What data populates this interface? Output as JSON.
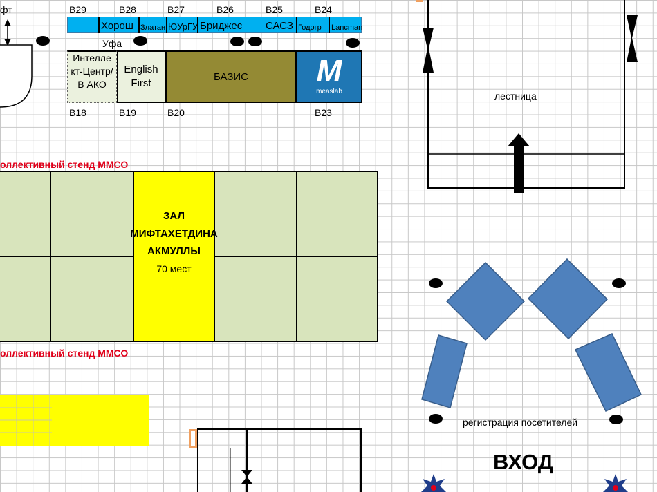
{
  "top_left": {
    "lift_label": "фт"
  },
  "row_top": {
    "labels": [
      "B29",
      "B28",
      "B27",
      "B26",
      "B25",
      "B24"
    ],
    "booths": [
      "Хорош",
      "Златан",
      "ЮУрГУ",
      "Бриджес",
      "САСЗ",
      "Годогр",
      "Lancman"
    ]
  },
  "ufa_label": "Уфа",
  "row_mid": {
    "intellect": "Интелле кт-Центр/В АКО",
    "english_first": "English First",
    "basis": "БАЗИС",
    "measlab_logo_letter": "M",
    "measlab_logo_text": "measlab"
  },
  "row_bottom_labels": [
    "B18",
    "B19",
    "B20",
    "B23"
  ],
  "stand_title_top": "оллективный стенд ММСО",
  "stand_title_bottom": "оллективный стенд ММСО",
  "hall": {
    "line1": "ЗАЛ",
    "line2": "МИФТАХЕТДИНА",
    "line3": "АКМУЛЛЫ",
    "capacity": "70 мест"
  },
  "stairs_label": "лестница",
  "registration_label": "регистрация посетителей",
  "entrance_label": "ВХОД",
  "colors": {
    "cyan": "#00b0f0",
    "olive": "#948a34",
    "green_cell": "#d8e4bc",
    "yellow": "#ffff00",
    "measlab_blue": "#1f77b4",
    "reg_blue": "#4f81bd",
    "light_cell": "#ebf1de",
    "red": "#e0001a"
  }
}
